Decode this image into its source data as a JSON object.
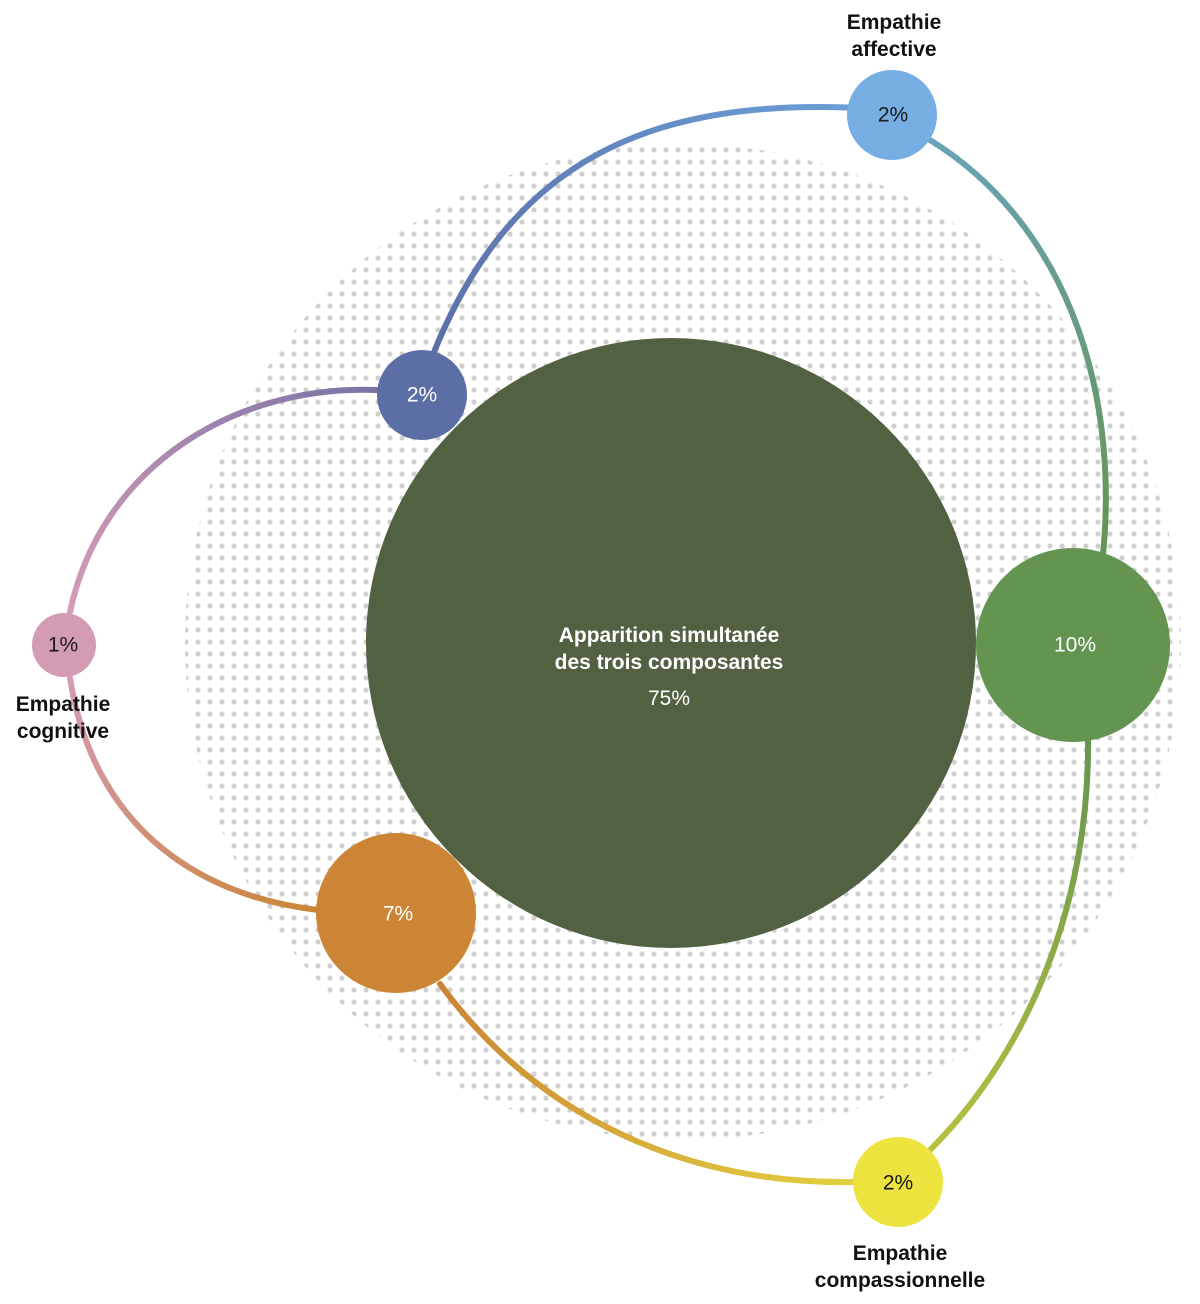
{
  "colors": {
    "center": "#516142",
    "cognitive_affective": "#5b6fa6",
    "affective": "#76ade3",
    "affective_compassionate": "#649550",
    "cognitive": "#d49bb5",
    "cognitive_compassionate": "#cb8535",
    "compassionate": "#ede33f",
    "dots": "#cfcfcf"
  },
  "labels": {
    "affective": [
      "Empathie",
      "affective"
    ],
    "cognitive": [
      "Empathie",
      "cognitive"
    ],
    "compassionate": [
      "Empathie",
      "compassionnelle"
    ]
  },
  "center": {
    "title_line1": "Apparition simultanée",
    "title_line2": "des trois composantes",
    "value": "75%"
  },
  "nodes": {
    "affective": "2%",
    "cognitive_affective": "2%",
    "affective_compassionate": "10%",
    "cognitive": "1%",
    "cognitive_compassionate": "7%",
    "compassionate": "2%"
  }
}
